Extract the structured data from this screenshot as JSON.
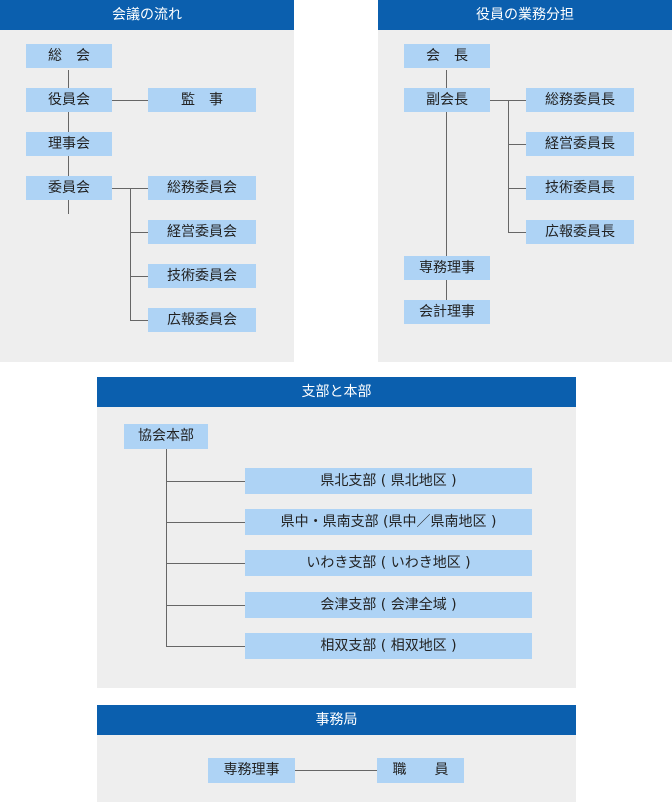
{
  "panels": {
    "meeting_flow": {
      "title": "会議の流れ",
      "nodes": {
        "soukai": "総　会",
        "yakuinkai": "役員会",
        "kansa": "監　事",
        "rijikai": "理事会",
        "iinkai": "委員会",
        "somu": "総務委員会",
        "keiei": "経営委員会",
        "gijutsu": "技術委員会",
        "koho": "広報委員会"
      }
    },
    "officer_duties": {
      "title": "役員の業務分担",
      "nodes": {
        "kaicho": "会　長",
        "fukukaicho": "副会長",
        "somu_cho": "総務委員長",
        "keiei_cho": "経営委員長",
        "gijutsu_cho": "技術委員長",
        "koho_cho": "広報委員長",
        "senmu_riji": "専務理事",
        "kaikei_riji": "会計理事"
      }
    },
    "branches": {
      "title": "支部と本部",
      "nodes": {
        "honbu": "協会本部",
        "kenpoku": "県北支部 ( 県北地区 )",
        "kenchu": "県中・県南支部 (県中／県南地区 )",
        "iwaki": "いわき支部 ( いわき地区 )",
        "aizu": "会津支部 ( 会津全域 )",
        "soso": "相双支部 ( 相双地区 )"
      }
    },
    "secretariat": {
      "title": "事務局",
      "nodes": {
        "senmu_riji": "専務理事",
        "shokuin": "職　　員"
      }
    }
  },
  "colors": {
    "header": "#0b5fae",
    "node": "#aed3f5",
    "panel": "#eeeeee",
    "connector": "#666666"
  }
}
